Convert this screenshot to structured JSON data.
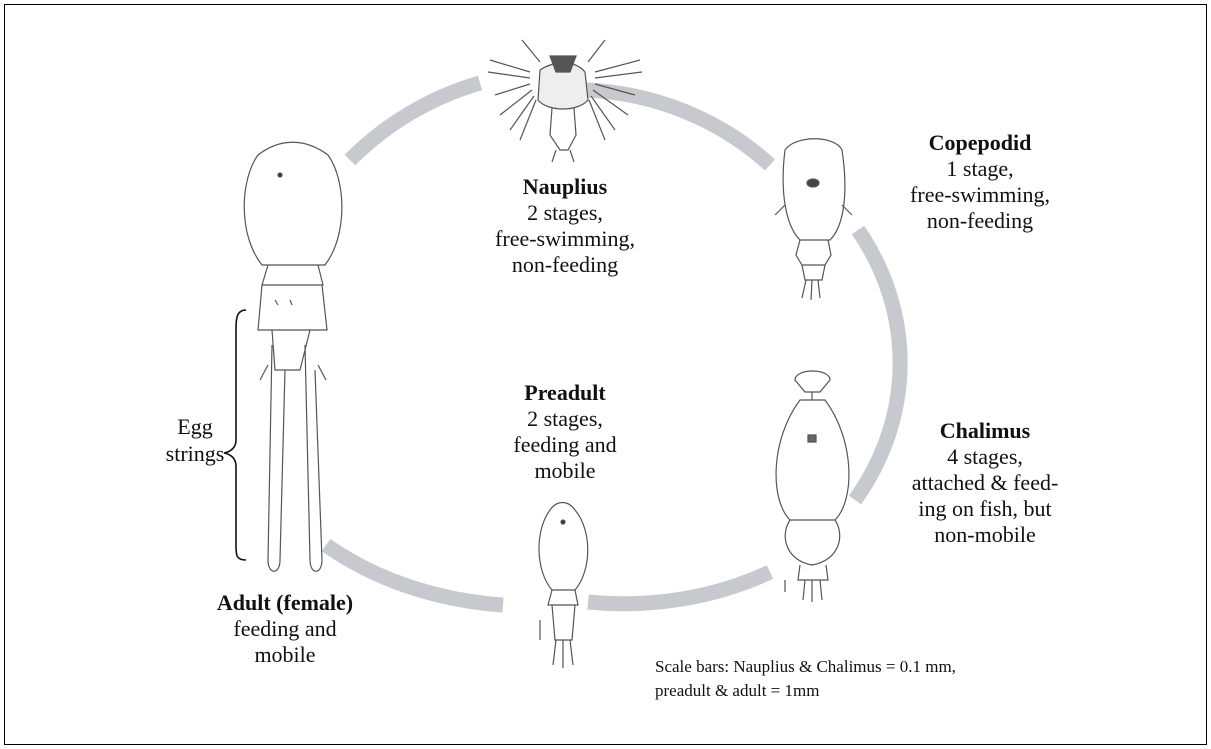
{
  "stages": {
    "nauplius": {
      "name": "Nauplius",
      "desc": "2 stages,\nfree-swimming,\nnon-feeding"
    },
    "copepodid": {
      "name": "Copepodid",
      "desc": "1 stage,\nfree-swimming,\nnon-feeding"
    },
    "chalimus": {
      "name": "Chalimus",
      "desc": "4 stages,\nattached & feed-\ning on fish, but\nnon-mobile"
    },
    "preadult": {
      "name": "Preadult",
      "desc": "2 stages,\nfeeding and\nmobile"
    },
    "adult": {
      "name": "Adult (female)",
      "desc": "feeding and\nmobile"
    }
  },
  "egg_label": "Egg\nstrings",
  "scale_note": "Scale bars: Nauplius & Chalimus = 0.1 mm,\npreadult & adult = 1mm",
  "colors": {
    "cycle_ring": "#c8c9ce",
    "line_art": "#555555"
  }
}
